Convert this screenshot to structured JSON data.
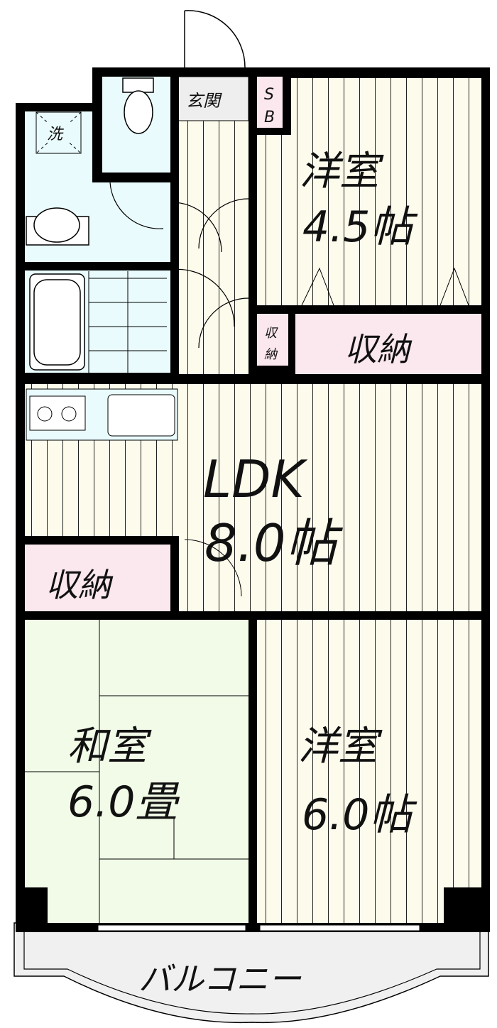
{
  "plan": {
    "colors": {
      "wall": "#000000",
      "wet": "#e9fbfc",
      "floor": "#fdfbec",
      "storage": "#fbe7ee",
      "tatami": "#f2fbe8",
      "genkan": "#eeeeee",
      "balcony": "#f0f0f0"
    },
    "rooms": {
      "laundry": "洗",
      "entrance": "玄関",
      "shoebox_s": "S",
      "shoebox_b": "B",
      "western1_name": "洋室",
      "western1_size": "4.5帖",
      "closet_small_1": "収",
      "closet_small_2": "納",
      "closet_large": "収納",
      "ldk_name": "LDK",
      "ldk_size": "8.0帖",
      "closet_ldk": "収納",
      "japanese_name": "和室",
      "japanese_size": "6.0畳",
      "western2_name": "洋室",
      "western2_size": "6.0帖",
      "balcony": "バルコニー"
    }
  }
}
